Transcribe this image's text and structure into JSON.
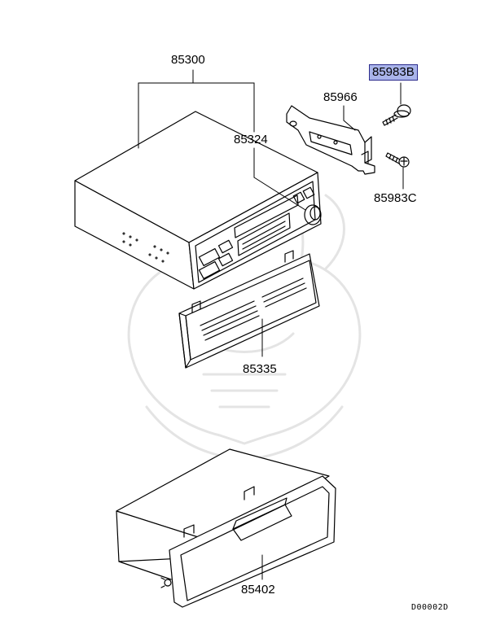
{
  "labels": {
    "main_unit": "85300",
    "radio_panel": "85324",
    "bracket": "85966",
    "bolt_highlighted": "85983B",
    "screw": "85983C",
    "cassette_lid": "85335",
    "pocket": "85402",
    "diagram_code": "D00002D"
  },
  "colors": {
    "highlight": "#a9b4ea",
    "highlight_border": "#2c2c8c",
    "line": "#000000",
    "watermark": "#e6e6e6"
  }
}
